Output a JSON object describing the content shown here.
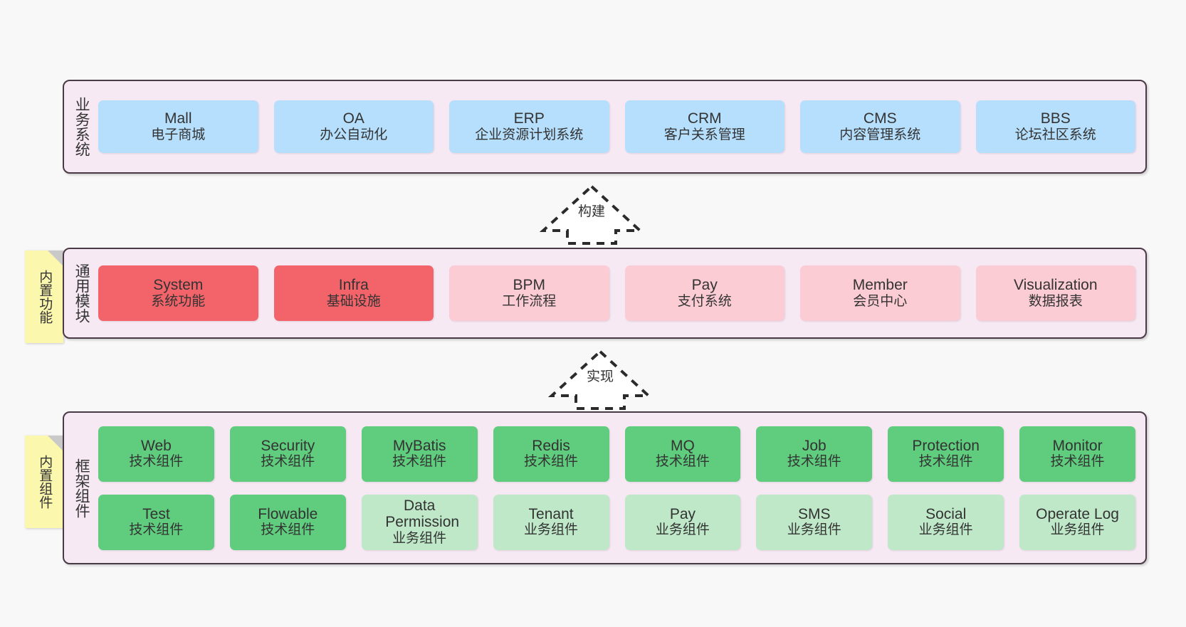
{
  "diagram": {
    "background_color": "#f8f8f8",
    "layer_fill": "#f7e9f4",
    "layer_border": "#4a3a45"
  },
  "layers": [
    {
      "id": "business",
      "title": "业务系统",
      "rows": [
        {
          "cards": [
            {
              "name": "Mall",
              "desc": "电子商城",
              "color": "#b5dffc",
              "style": "c-blue"
            },
            {
              "name": "OA",
              "desc": "办公自动化",
              "color": "#b5dffc",
              "style": "c-blue"
            },
            {
              "name": "ERP",
              "desc": "企业资源计划系统",
              "color": "#b5dffc",
              "style": "c-blue"
            },
            {
              "name": "CRM",
              "desc": "客户关系管理",
              "color": "#b5dffc",
              "style": "c-blue"
            },
            {
              "name": "CMS",
              "desc": "内容管理系统",
              "color": "#b5dffc",
              "style": "c-blue"
            },
            {
              "name": "BBS",
              "desc": "论坛社区系统",
              "color": "#b5dffc",
              "style": "c-blue"
            }
          ]
        }
      ]
    },
    {
      "id": "common",
      "title": "通用模块",
      "note": "内置功能",
      "rows": [
        {
          "cards": [
            {
              "name": "System",
              "desc": "系统功能",
              "color": "#f2646a",
              "style": "c-red"
            },
            {
              "name": "Infra",
              "desc": "基础设施",
              "color": "#f2646a",
              "style": "c-red"
            },
            {
              "name": "BPM",
              "desc": "工作流程",
              "color": "#fcccd4",
              "style": "c-pink"
            },
            {
              "name": "Pay",
              "desc": "支付系统",
              "color": "#fcccd4",
              "style": "c-pink"
            },
            {
              "name": "Member",
              "desc": "会员中心",
              "color": "#fcccd4",
              "style": "c-pink"
            },
            {
              "name": "Visualization",
              "desc": "数据报表",
              "color": "#fcccd4",
              "style": "c-pink"
            }
          ]
        }
      ]
    },
    {
      "id": "framework",
      "title": "框架组件",
      "note": "内置组件",
      "rows": [
        {
          "cards": [
            {
              "name": "Web",
              "desc": "技术组件",
              "color": "#5fcc7e",
              "style": "c-green"
            },
            {
              "name": "Security",
              "desc": "技术组件",
              "color": "#5fcc7e",
              "style": "c-green"
            },
            {
              "name": "MyBatis",
              "desc": "技术组件",
              "color": "#5fcc7e",
              "style": "c-green"
            },
            {
              "name": "Redis",
              "desc": "技术组件",
              "color": "#5fcc7e",
              "style": "c-green"
            },
            {
              "name": "MQ",
              "desc": "技术组件",
              "color": "#5fcc7e",
              "style": "c-green"
            },
            {
              "name": "Job",
              "desc": "技术组件",
              "color": "#5fcc7e",
              "style": "c-green"
            },
            {
              "name": "Protection",
              "desc": "技术组件",
              "color": "#5fcc7e",
              "style": "c-green"
            },
            {
              "name": "Monitor",
              "desc": "技术组件",
              "color": "#5fcc7e",
              "style": "c-green"
            }
          ]
        },
        {
          "cards": [
            {
              "name": "Test",
              "desc": "技术组件",
              "color": "#5fcc7e",
              "style": "c-green"
            },
            {
              "name": "Flowable",
              "desc": "技术组件",
              "color": "#5fcc7e",
              "style": "c-green"
            },
            {
              "name": "Data Permission",
              "desc": "业务组件",
              "color": "#bfe8c9",
              "style": "c-lgreen"
            },
            {
              "name": "Tenant",
              "desc": "业务组件",
              "color": "#bfe8c9",
              "style": "c-lgreen"
            },
            {
              "name": "Pay",
              "desc": "业务组件",
              "color": "#bfe8c9",
              "style": "c-lgreen"
            },
            {
              "name": "SMS",
              "desc": "业务组件",
              "color": "#bfe8c9",
              "style": "c-lgreen"
            },
            {
              "name": "Social",
              "desc": "业务组件",
              "color": "#bfe8c9",
              "style": "c-lgreen"
            },
            {
              "name": "Operate Log",
              "desc": "业务组件",
              "color": "#bfe8c9",
              "style": "c-lgreen"
            }
          ]
        }
      ]
    }
  ],
  "connectors": [
    {
      "id": "build",
      "label": "构建",
      "direction": "up"
    },
    {
      "id": "implement",
      "label": "实现",
      "direction": "up"
    }
  ]
}
